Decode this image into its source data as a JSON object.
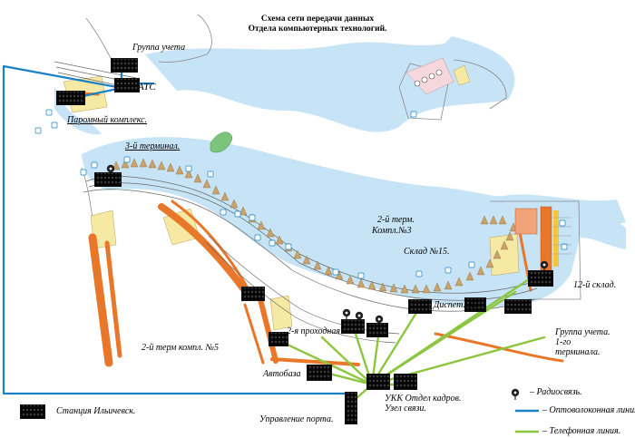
{
  "title": {
    "line1": "Схема сети передачи данных",
    "line2": "Отдела компьютерных технологий."
  },
  "labels": {
    "gruppa_ucheta": "Группа учета",
    "ats": "АТС",
    "paromny": "Паромный комплекс.",
    "terminal3": "3-й терминал.",
    "terminal2_komp3_l1": "2-й терм.",
    "terminal2_komp3_l2": "Компл.№3",
    "sklad15": "Склад №15.",
    "dispet_kt": "Диспет. КТ",
    "sklad12": "12-й склад.",
    "gruppa_ucheta_t1_l1": "Группа учета.",
    "gruppa_ucheta_t1_l2": "1-го",
    "gruppa_ucheta_t1_l3": "терминала.",
    "proh2": "2-я проходная",
    "terminal2_komp5": "2-й терм компл. №5",
    "avtobaza": "Автобаза",
    "ukk_l1": "УКК Отдел кадров.",
    "ukk_l2": "Узел связи.",
    "upravlenie": "Управление порта.",
    "station": "Станция Ильичевск."
  },
  "legend": {
    "radio": "– Радиосвязь.",
    "optical": "– Оптоволоконная линия.",
    "phone": "– Телефонная линия."
  },
  "colors": {
    "water": "#c6e4f5",
    "optical_line": "#1a82c4",
    "phone_line": "#8cc63f",
    "rail_orange": "#e8772a",
    "pier_tan": "#c9a36b",
    "zone_yellow": "#f5e9a4",
    "zone_pink": "#f6d7dc",
    "land_green": "#7cc47c",
    "node_grey": "#3a3a3a"
  }
}
